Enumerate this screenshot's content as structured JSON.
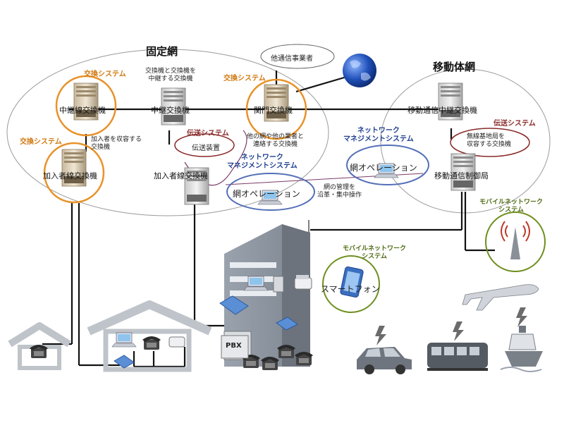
{
  "networks": {
    "fixed_title": "固定網",
    "mobile_title": "移動体網"
  },
  "categories": {
    "switching_system": "交換システム",
    "transmission_system": "伝送システム",
    "network_management_1": "ネットワーク",
    "network_management_2": "マネジメントシステム",
    "mobile_network_1": "モバイルネットワーク",
    "mobile_network_2": "システム"
  },
  "nodes": {
    "relay_line_switch": "中継線交換機",
    "relay_switch": "中継交換機",
    "gateway_switch": "関門交換機",
    "subscriber_line_switch_left": "加入者線交換機",
    "subscriber_line_switch_center": "加入者線交換機",
    "transmission_device": "伝送装置",
    "mobile_relay_switch": "移動通信中継交換機",
    "mobile_control_station": "移動通信制御局",
    "other_carrier": "他通信事業者",
    "network_operation_fixed": "網オペレーション",
    "network_operation_mobile": "網オペレーション",
    "smartphone": "スマートフォン",
    "pbx": "PBX"
  },
  "notes": {
    "relay_note_1": "交換機と交換機を",
    "relay_note_2": "中継する交換機",
    "subscriber_note_1": "加入者を収容する",
    "subscriber_note_2": "交換機",
    "gateway_note_1": "他の網や他の業者と",
    "gateway_note_2": "連絡する交換機",
    "operation_note_1": "網の管理を",
    "operation_note_2": "沿革・集中操作",
    "base_station_note_1": "無線基地局を",
    "base_station_note_2": "収容する交換機"
  },
  "colors": {
    "switching": "#e8922a",
    "transmission": "#8a2a2a",
    "management": "#5470b8",
    "mobile": "#6f8f1f",
    "line": "#111111"
  },
  "icons": [
    "server-icon",
    "globe-icon",
    "laptop-icon",
    "phone-icon",
    "fax-icon",
    "building-icon",
    "house-icon",
    "antenna-icon",
    "smartphone-icon",
    "car-icon",
    "train-icon",
    "airplane-icon",
    "ship-icon",
    "pbx-icon",
    "router-icon"
  ]
}
